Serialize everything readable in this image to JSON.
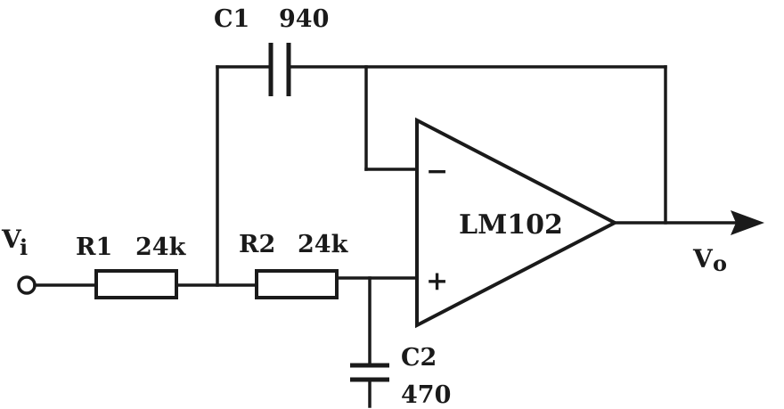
{
  "components": {
    "c1": {
      "name": "C1",
      "value": "940"
    },
    "r1": {
      "name": "R1",
      "value": "24k"
    },
    "r2": {
      "name": "R2",
      "value": "24k"
    },
    "c2": {
      "name": "C2",
      "value": "470"
    },
    "opamp": {
      "name": "LM102"
    }
  },
  "terminals": {
    "input": {
      "label": "V",
      "sub": "i"
    },
    "output": {
      "label": "V",
      "sub": "o"
    }
  },
  "opamp_pins": {
    "inverting": "−",
    "non_inverting": "+"
  }
}
